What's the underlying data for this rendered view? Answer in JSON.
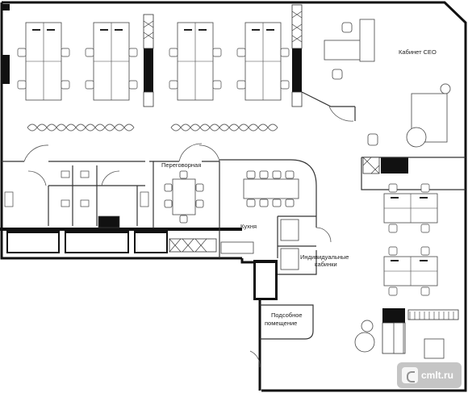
{
  "rooms": {
    "ceo": "Кабинет CEO",
    "meeting": "Переговорная",
    "kitchen": "Кухня",
    "booths_line1": "Индивидуальные",
    "booths_line2": "кабинки",
    "utility_line1": "Подсобное",
    "utility_line2": "помещение"
  },
  "watermark": {
    "text": "cmlt.ru"
  },
  "colors": {
    "wall": "#000000",
    "line": "#333333",
    "furniture": "#555555",
    "plant": "#666666"
  }
}
